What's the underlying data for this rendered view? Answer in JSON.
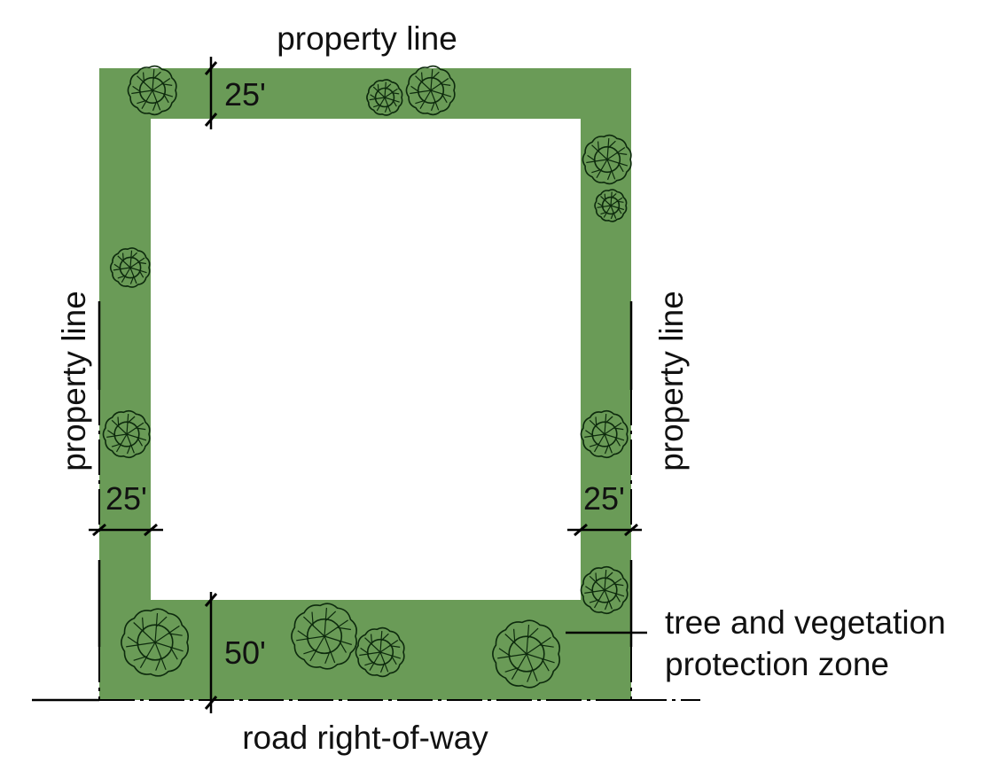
{
  "labels": {
    "top_property_line": "property line",
    "left_property_line": "property line",
    "right_property_line": "property line",
    "road": "road right-of-way",
    "zone_line1": "tree and vegetation",
    "zone_line2": "protection zone"
  },
  "dimensions": {
    "top": "25'",
    "left": "25'",
    "right": "25'",
    "bottom": "50'"
  },
  "colors": {
    "zone_fill": "#6a9b57",
    "tree_fill": "#6a9b57",
    "line": "#000000",
    "background": "#ffffff"
  },
  "trees": [
    {
      "id": "tree-top-left",
      "icon": "tree-icon"
    },
    {
      "id": "tree-top-mid-small",
      "icon": "tree-icon"
    },
    {
      "id": "tree-top-mid-large",
      "icon": "tree-icon"
    },
    {
      "id": "tree-right-upper-large",
      "icon": "tree-icon"
    },
    {
      "id": "tree-right-upper-small",
      "icon": "tree-icon"
    },
    {
      "id": "tree-left-upper",
      "icon": "tree-icon"
    },
    {
      "id": "tree-left-mid",
      "icon": "tree-icon"
    },
    {
      "id": "tree-right-mid",
      "icon": "tree-icon"
    },
    {
      "id": "tree-right-lower",
      "icon": "tree-icon"
    },
    {
      "id": "tree-bottom-left",
      "icon": "tree-icon"
    },
    {
      "id": "tree-bottom-mid-large",
      "icon": "tree-icon"
    },
    {
      "id": "tree-bottom-mid-small",
      "icon": "tree-icon"
    },
    {
      "id": "tree-bottom-right",
      "icon": "tree-icon"
    }
  ]
}
